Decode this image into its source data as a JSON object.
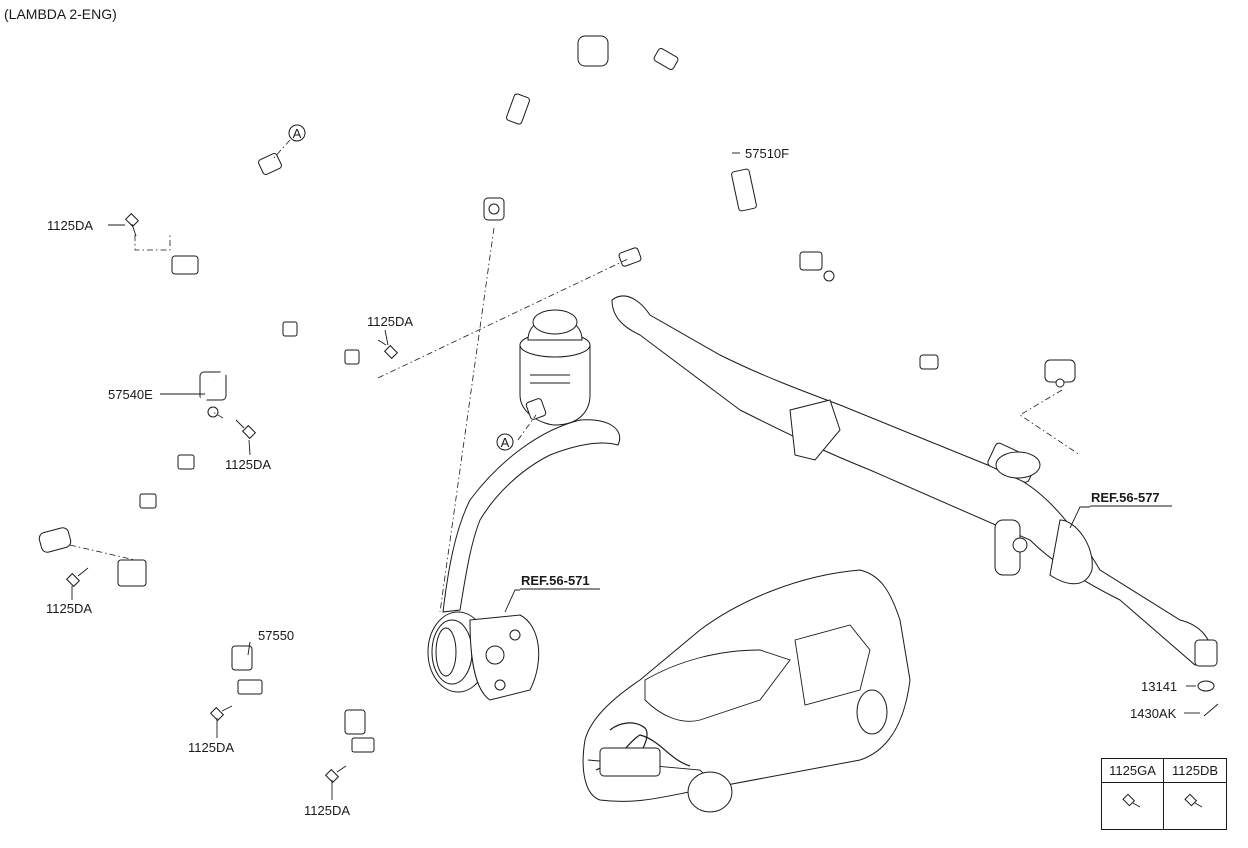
{
  "header": {
    "engine": "(LAMBDA 2-ENG)"
  },
  "labels": {
    "bolt_1125da": "1125DA",
    "hose_57510f": "57510F",
    "hose_57540e": "57540E",
    "tube_57550": "57550",
    "ref_56_571": "REF.56-571",
    "ref_56_577": "REF.56-577",
    "part_13141": "13141",
    "part_1430ak": "1430AK",
    "circle_a": "A"
  },
  "legend": {
    "col1": "1125GA",
    "col2": "1125DB"
  }
}
